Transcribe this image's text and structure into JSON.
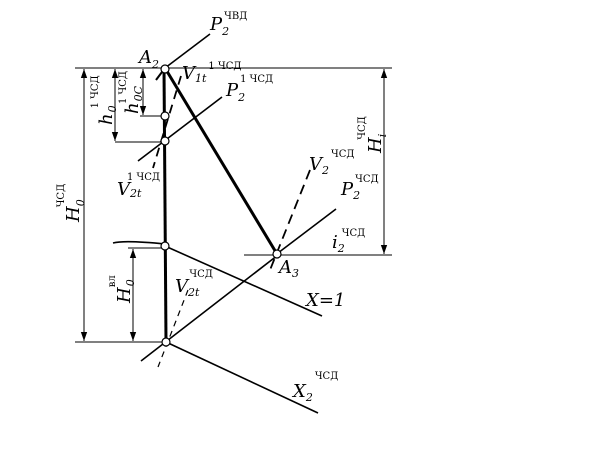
{
  "labels": {
    "p2_hp": {
      "main": "P",
      "sub": "2",
      "sup": "ЧВД"
    },
    "a2": {
      "main": "A",
      "sub": "2"
    },
    "v1t": {
      "main": "V",
      "sub": "1t",
      "sup": "1 ЧСД"
    },
    "p2_1": {
      "main": "P",
      "sub": "2",
      "sup": "1 ЧСД"
    },
    "h0_1": {
      "main": "h",
      "sub": "0",
      "sup": "1 ЧСД"
    },
    "h0c_1": {
      "main": "h",
      "sub": "0С",
      "sup": "1 ЧСД"
    },
    "v2t_1": {
      "main": "V",
      "sub": "2t",
      "sup": "1 ЧСД"
    },
    "h0_total": {
      "main": "H",
      "sub": "0",
      "sup": "ЧСД"
    },
    "hi": {
      "main": "H",
      "sub": "i",
      "sup": "ЧСД"
    },
    "v2": {
      "main": "V",
      "sub": "2",
      "sup": "ЧСД"
    },
    "p2": {
      "main": "P",
      "sub": "2",
      "sup": "ЧСД"
    },
    "i2": {
      "main": "i",
      "sub": "2",
      "sup": "ЧСД"
    },
    "a3": {
      "main": "A",
      "sub": "3"
    },
    "h0_vl": {
      "main": "H",
      "sub": "0",
      "sup": "вл"
    },
    "v2t": {
      "main": "V",
      "sub": "2t",
      "sup": "ЧСД"
    },
    "x1": {
      "main": "X=1"
    },
    "x2": {
      "main": "X",
      "sub": "2",
      "sup": "ЧСД"
    }
  }
}
